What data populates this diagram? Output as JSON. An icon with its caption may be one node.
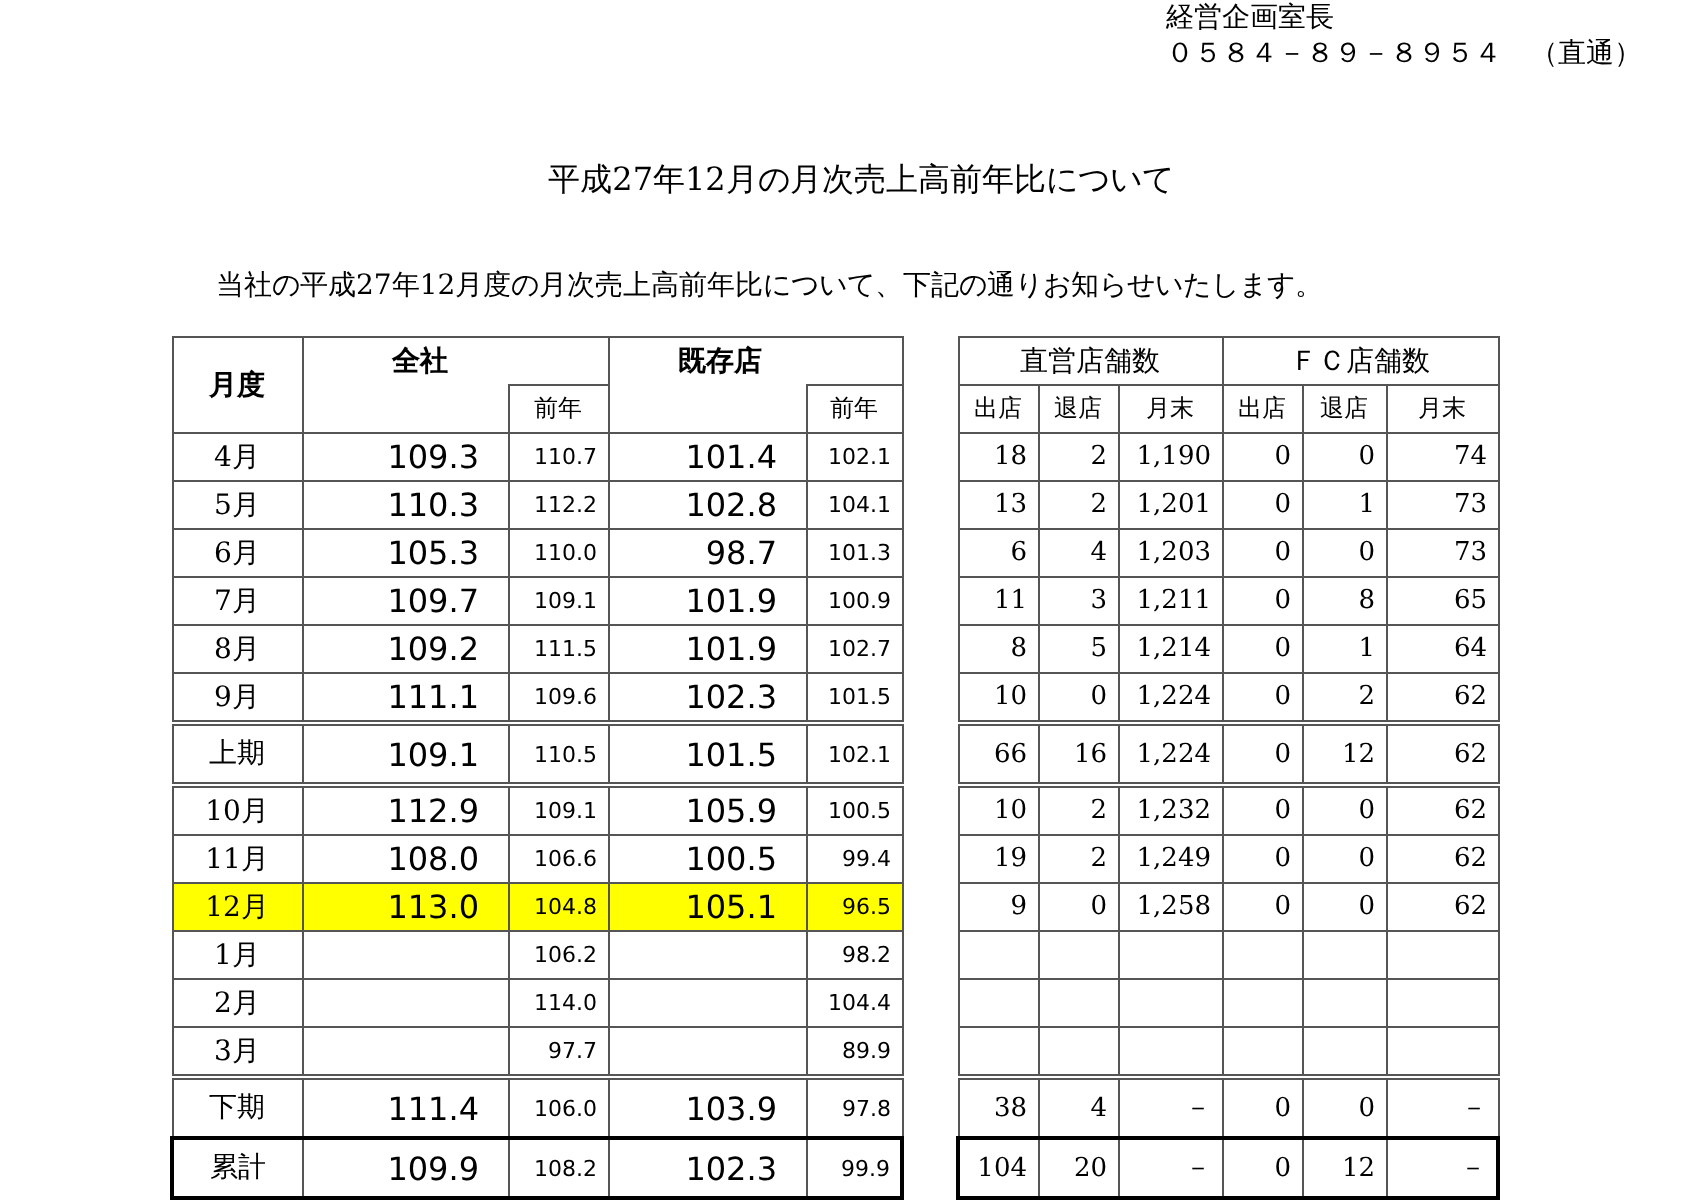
{
  "diagram": {
    "title": "平成27年12月の月次売上高前年比について",
    "labels": [
      "経営企画室長",
      "０５８４－８９－８９５４　（直通）",
      "当社の平成27年12月度の月次売上高前年比について、下記の通りお知らせいたします。",
      "月度",
      "全社",
      "既存店",
      "直営店舗数",
      "ＦＣ店舗数",
      "前年",
      "前年",
      "出店",
      "退店",
      "月末",
      "出店",
      "退店",
      "月末",
      "4月",
      "109.3",
      "110.7",
      "101.4",
      "102.1",
      "18",
      "2",
      "1,190",
      "0",
      "0",
      "74",
      "5月",
      "110.3",
      "112.2",
      "102.8",
      "104.1",
      "13",
      "2",
      "1,201",
      "0",
      "1",
      "73",
      "6月",
      "105.3",
      "110.0",
      "98.7",
      "101.3",
      "6",
      "4",
      "1,203",
      "0",
      "0",
      "73",
      "7月",
      "109.7",
      "109.1",
      "101.9",
      "100.9",
      "11",
      "3",
      "1,211",
      "0",
      "8",
      "65",
      "8月",
      "109.2",
      "111.5",
      "101.9",
      "102.7",
      "8",
      "5",
      "1,214",
      "0",
      "1",
      "64",
      "9月",
      "111.1",
      "109.6",
      "102.3",
      "101.5",
      "10",
      "0",
      "1,224",
      "0",
      "2",
      "62",
      "上期",
      "109.1",
      "110.5",
      "101.5",
      "102.1",
      "66",
      "16",
      "1,224",
      "0",
      "12",
      "62",
      "10月",
      "112.9",
      "109.1",
      "105.9",
      "100.5",
      "10",
      "2",
      "1,232",
      "0",
      "0",
      "62",
      "11月",
      "108.0",
      "106.6",
      "100.5",
      "99.4",
      "19",
      "2",
      "1,249",
      "0",
      "0",
      "62",
      "12月",
      "113.0",
      "104.8",
      "105.1",
      "96.5",
      "9",
      "0",
      "1,258",
      "0",
      "0",
      "62",
      "1月",
      "106.2",
      "98.2",
      "2月",
      "114.0",
      "104.4",
      "3月",
      "97.7",
      "89.9",
      "下期",
      "111.4",
      "106.0",
      "103.9",
      "97.8",
      "38",
      "4",
      "－",
      "0",
      "0",
      "－",
      "累計",
      "109.9",
      "108.2",
      "102.3",
      "99.9",
      "104",
      "20",
      "－",
      "0",
      "12",
      "－"
    ]
  }
}
